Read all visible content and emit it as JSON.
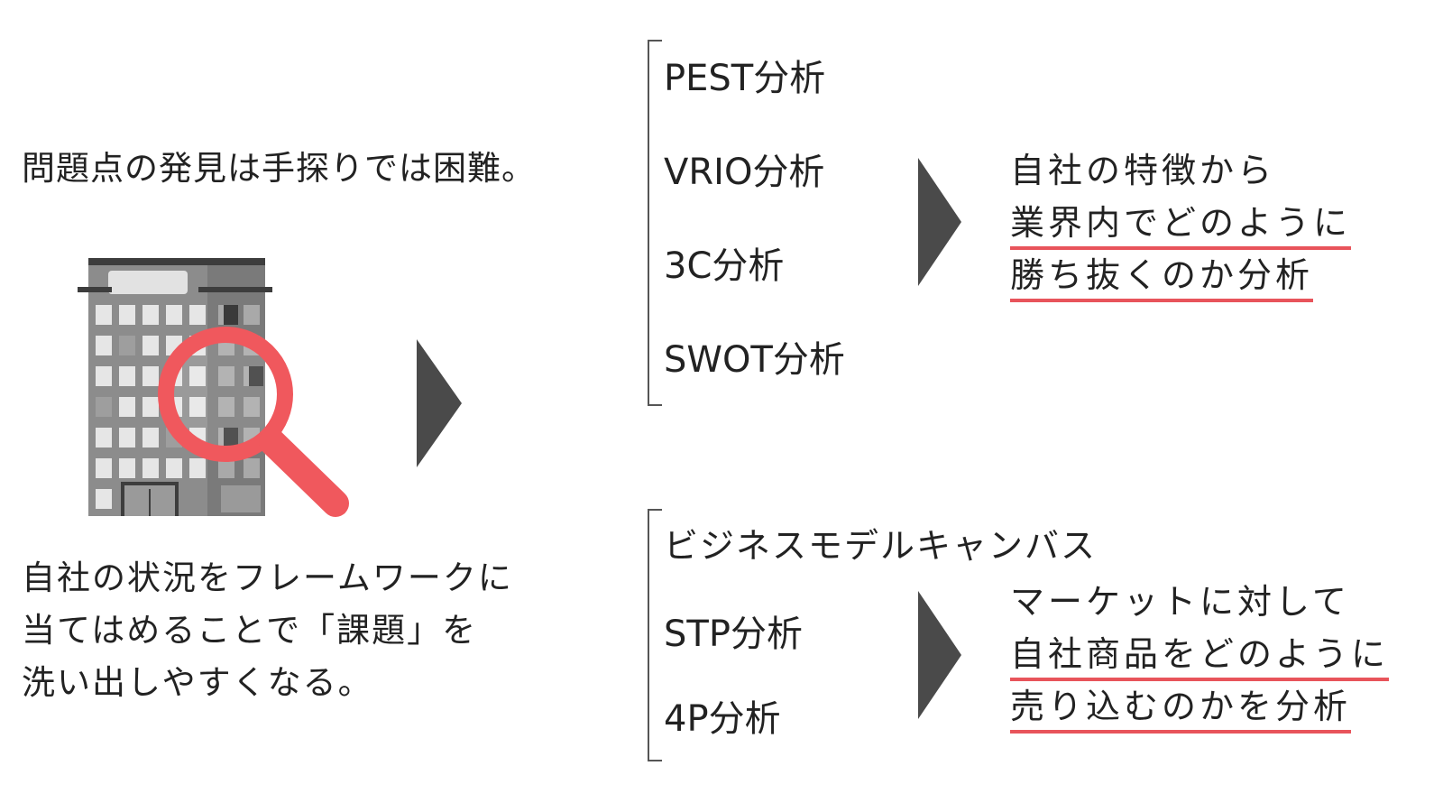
{
  "left": {
    "heading": "問題点の発見は手探りでは困難。",
    "body_lines": [
      "自社の状況をフレームワークに",
      "当てはめることで「課題」を",
      "洗い出しやすくなる。"
    ]
  },
  "group1": {
    "frameworks": [
      "PEST分析",
      "VRIO分析",
      "3C分析",
      "SWOT分析"
    ],
    "result_lines": [
      "自社の特徴から",
      "業界内でどのように",
      "勝ち抜くのか分析"
    ]
  },
  "group2": {
    "frameworks": [
      "ビジネスモデルキャンバス",
      "STP分析",
      "4P分析"
    ],
    "result_lines": [
      "マーケットに対して",
      "自社商品をどのように",
      "売り込むのかを分析"
    ]
  },
  "colors": {
    "accent": "#e8545b",
    "arrow": "#4a4a4a",
    "text": "#222222"
  },
  "icons": [
    "building-icon",
    "magnifier-icon",
    "arrow-right-icon"
  ]
}
